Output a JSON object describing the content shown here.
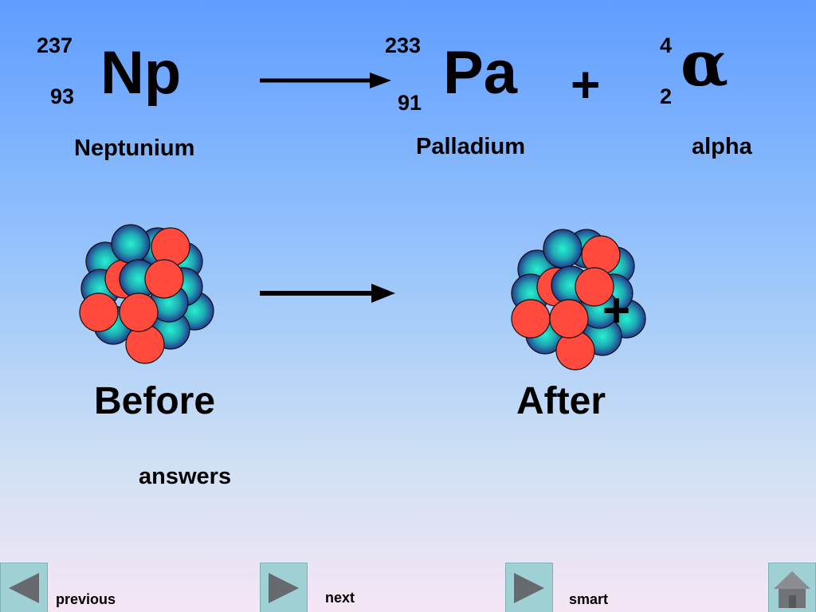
{
  "reaction": {
    "reactant": {
      "mass": "237",
      "atomic": "93",
      "symbol": "Np",
      "name": "Neptunium"
    },
    "product": {
      "mass": "233",
      "atomic": "91",
      "symbol": "Pa",
      "name": "Palladium"
    },
    "plus": "+",
    "emitted": {
      "mass": "4",
      "atomic": "2",
      "symbol": "α",
      "name": "alpha"
    }
  },
  "labels": {
    "before": "Before",
    "after": "After",
    "plus": "+",
    "answers": "answers"
  },
  "nav": {
    "previous": "previous",
    "next": "next",
    "smart": "smart"
  },
  "colors": {
    "proton": "#ff4a3d",
    "neutron": "#23e0c0"
  }
}
